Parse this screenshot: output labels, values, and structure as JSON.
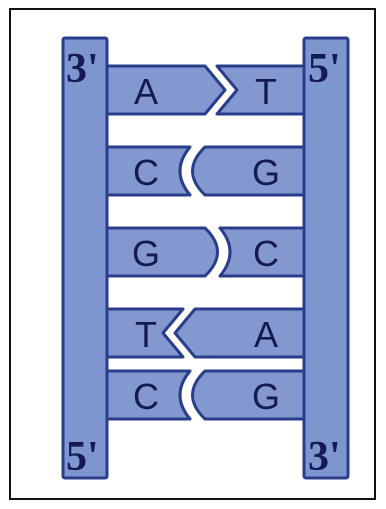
{
  "colors": {
    "strand_fill": "#7e96cf",
    "base_fill": "#8298cf",
    "outline": "#2a3d8c",
    "text": "#151a55",
    "white_edge": "#ffffff"
  },
  "strands": {
    "left": {
      "top_label": "3'",
      "bottom_label": "5'"
    },
    "right": {
      "top_label": "5'",
      "bottom_label": "3'"
    }
  },
  "base_pairs": [
    {
      "left": "A",
      "right": "T",
      "joint": "arrow-right"
    },
    {
      "left": "C",
      "right": "G",
      "joint": "curve-into-left"
    },
    {
      "left": "G",
      "right": "C",
      "joint": "curve-into-right"
    },
    {
      "left": "T",
      "right": "A",
      "joint": "arrow-left"
    },
    {
      "left": "C",
      "right": "G",
      "joint": "curve-into-left"
    }
  ]
}
